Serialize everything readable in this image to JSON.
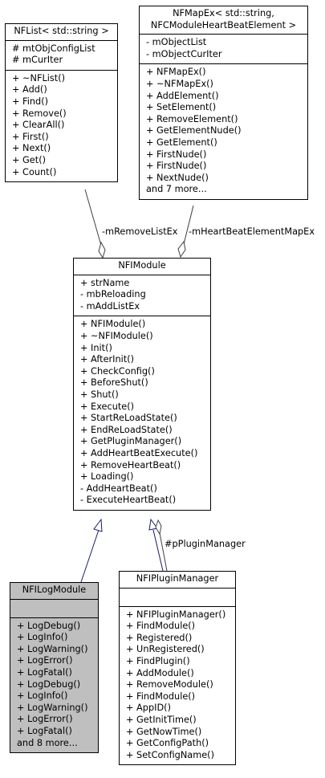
{
  "classes": {
    "nflist": {
      "title": [
        "NFList< std::string >"
      ],
      "attributes": [
        "# mtObjConfigList",
        "# mCurIter"
      ],
      "operations": [
        "+ ~NFList()",
        "+ Add()",
        "+ Find()",
        "+ Remove()",
        "+ ClearAll()",
        "+ First()",
        "+ Next()",
        "+ Get()",
        "+ Count()"
      ]
    },
    "nfmapex": {
      "title": [
        "NFMapEx< std::string,",
        "NFCModuleHeartBeatElement >"
      ],
      "attributes": [
        "- mObjectList",
        "- mObjectCurIter"
      ],
      "operations": [
        "+ NFMapEx()",
        "+ ~NFMapEx()",
        "+ AddElement()",
        "+ SetElement()",
        "+ RemoveElement()",
        "+ GetElementNude()",
        "+ GetElement()",
        "+ FirstNude()",
        "+ FirstNude()",
        "+ NextNude()",
        "and 7 more..."
      ]
    },
    "nfimodule": {
      "title": [
        "NFIModule"
      ],
      "attributes": [
        "+ strName",
        "- mbReloading",
        "- mAddListEx"
      ],
      "operations": [
        "+ NFIModule()",
        "+ ~NFIModule()",
        "+ Init()",
        "+ AfterInit()",
        "+ CheckConfig()",
        "+ BeforeShut()",
        "+ Shut()",
        "+ Execute()",
        "+ StartReLoadState()",
        "+ EndReLoadState()",
        "+ GetPluginManager()",
        "+ AddHeartBeatExecute()",
        "+ RemoveHeartBeat()",
        "+ Loading()",
        "- AddHeartBeat()",
        "- ExecuteHeartBeat()"
      ]
    },
    "nfilogmodule": {
      "title": [
        "NFILogModule"
      ],
      "attributes": [],
      "operations": [
        "+ LogDebug()",
        "+ LogInfo()",
        "+ LogWarning()",
        "+ LogError()",
        "+ LogFatal()",
        "+ LogDebug()",
        "+ LogInfo()",
        "+ LogWarning()",
        "+ LogError()",
        "+ LogFatal()",
        "and 8 more..."
      ]
    },
    "nfipluginmanager": {
      "title": [
        "NFIPluginManager"
      ],
      "attributes": [],
      "operations": [
        "+ NFIPluginManager()",
        "+ FindModule()",
        "+ Registered()",
        "+ UnRegistered()",
        "+ FindPlugin()",
        "+ AddModule()",
        "+ RemoveModule()",
        "+ FindModule()",
        "+ AppID()",
        "+ GetInitTime()",
        "+ GetNowTime()",
        "+ GetConfigPath()",
        "+ SetConfigName()"
      ]
    }
  },
  "edge_labels": {
    "remove_list": "-mRemoveListEx",
    "heartbeat_map": "-mHeartBeatElementMapEx",
    "plugin_manager": "#pPluginManager"
  },
  "colors": {
    "generalization": "#191970",
    "composition": "#404040",
    "highlight_fill": "#bfbfbf"
  }
}
